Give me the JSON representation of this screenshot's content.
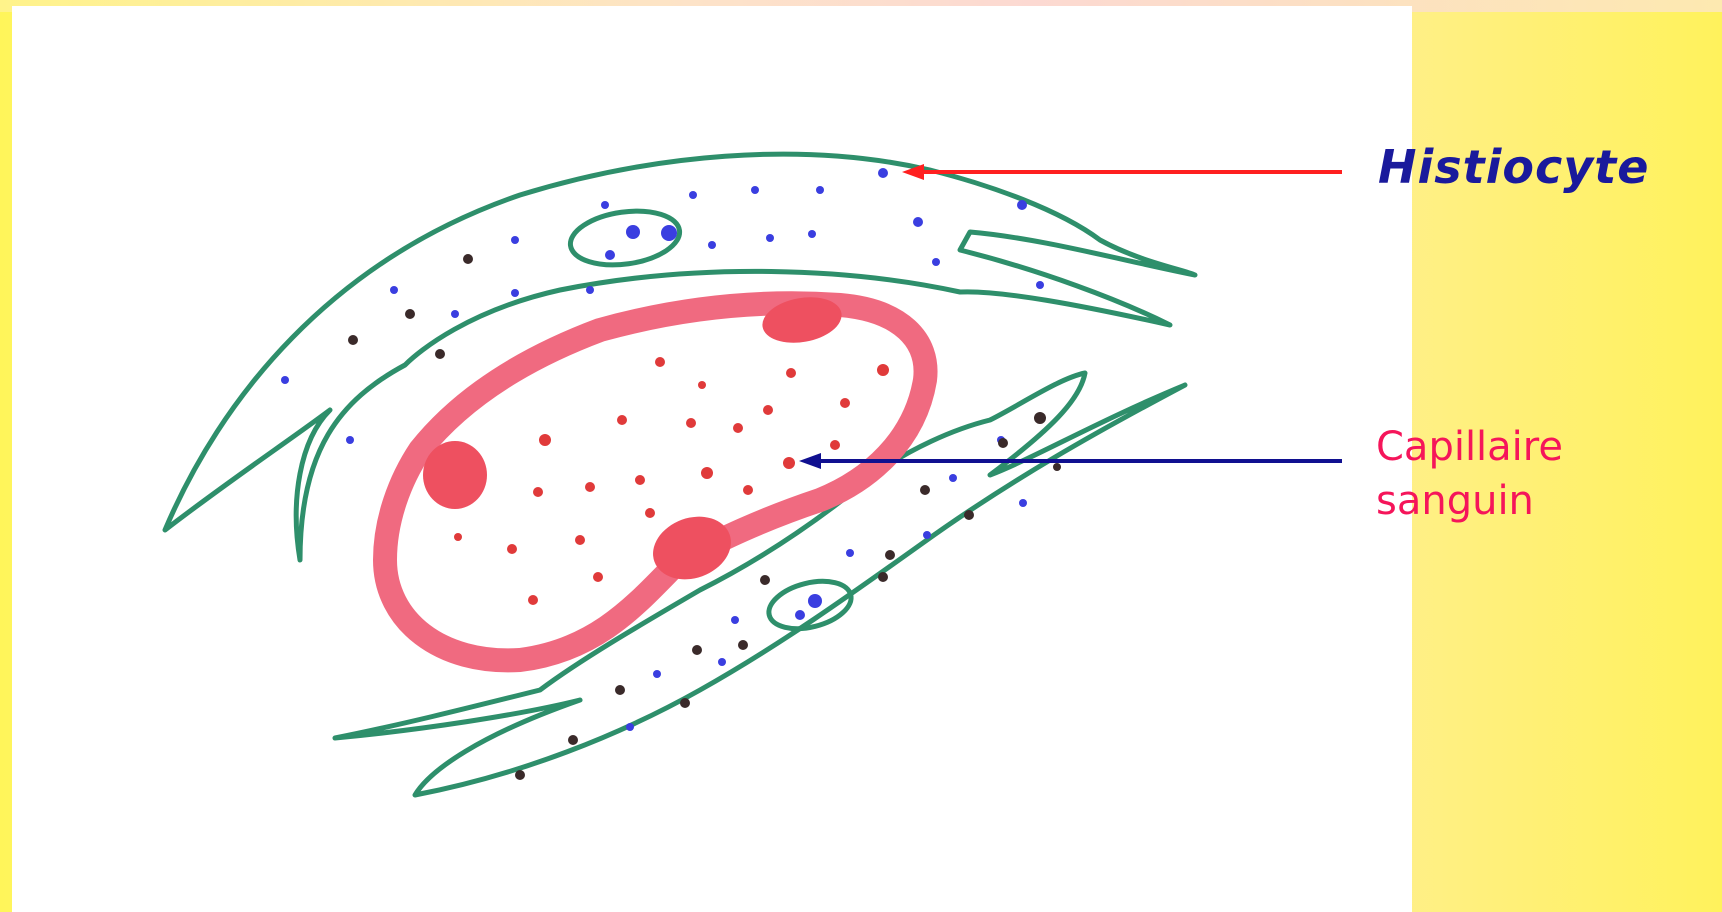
{
  "labels": {
    "histiocyte": "Histiocyte",
    "capillaire_line1": "Capillaire",
    "capillaire_line2": "sanguin"
  },
  "colors": {
    "background_yellow": "#fff55a",
    "cell_outline": "#2e8f6b",
    "granules_blue": "#3a3ee0",
    "granules_dark": "#3a2a2a",
    "capillary_wall": "#f06a80",
    "capillary_dots": "#e03a3a",
    "arrow_red": "#ff2020",
    "arrow_blue": "#101090",
    "histiocyte_label": "#1a1a9c",
    "capillaire_label": "#f5155a"
  },
  "icons": [
    "arrow-left-red",
    "arrow-left-navy"
  ]
}
